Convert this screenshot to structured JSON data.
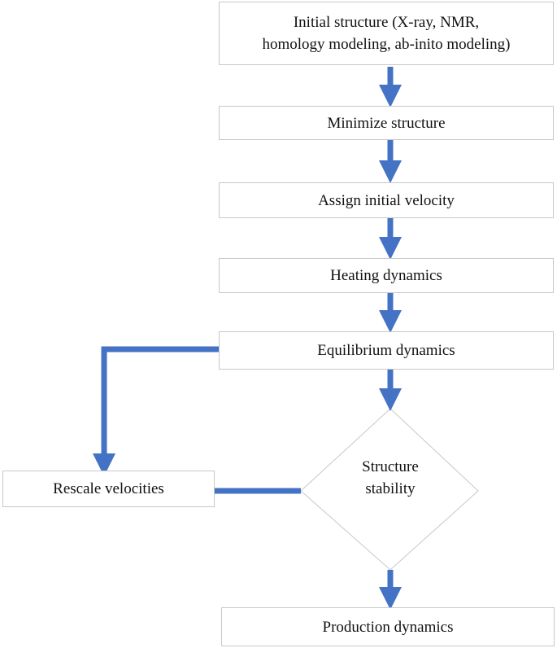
{
  "nodes": {
    "initial": {
      "line1": "Initial structure (X-ray, NMR,",
      "line2": "homology modeling, ab-inito modeling)"
    },
    "minimize": "Minimize structure",
    "assign_velocity": "Assign initial velocity",
    "heating": "Heating dynamics",
    "equilibrium": "Equilibrium dynamics",
    "stability": {
      "line1": "Structure",
      "line2": "stability"
    },
    "rescale": "Rescale velocities",
    "production": "Production dynamics"
  },
  "colors": {
    "arrow": "#4472c4",
    "box_border": "#c8c8c8",
    "diamond_border": "#c8c8c8"
  }
}
